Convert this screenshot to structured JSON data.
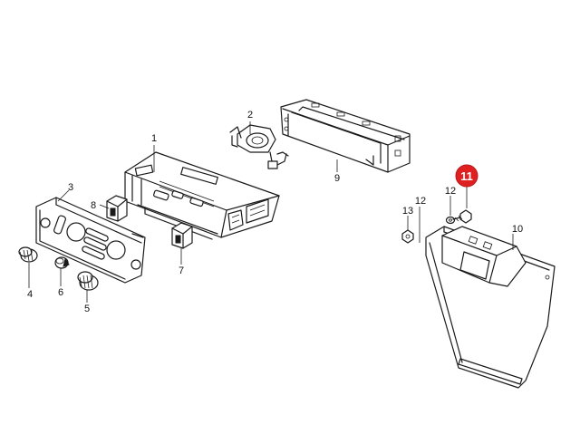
{
  "callouts": [
    {
      "id": "1",
      "label": "1"
    },
    {
      "id": "2",
      "label": "2"
    },
    {
      "id": "3",
      "label": "3"
    },
    {
      "id": "4",
      "label": "4"
    },
    {
      "id": "5",
      "label": "5"
    },
    {
      "id": "6",
      "label": "6"
    },
    {
      "id": "7",
      "label": "7"
    },
    {
      "id": "8",
      "label": "8"
    },
    {
      "id": "9",
      "label": "9"
    },
    {
      "id": "10",
      "label": "10"
    },
    {
      "id": "11",
      "label": "11",
      "highlighted": true
    },
    {
      "id": "12",
      "label": "12"
    },
    {
      "id": "13",
      "label": "13"
    }
  ],
  "colors": {
    "line": "#1a1a1a",
    "highlight": "#e02020",
    "background": "#ffffff"
  }
}
